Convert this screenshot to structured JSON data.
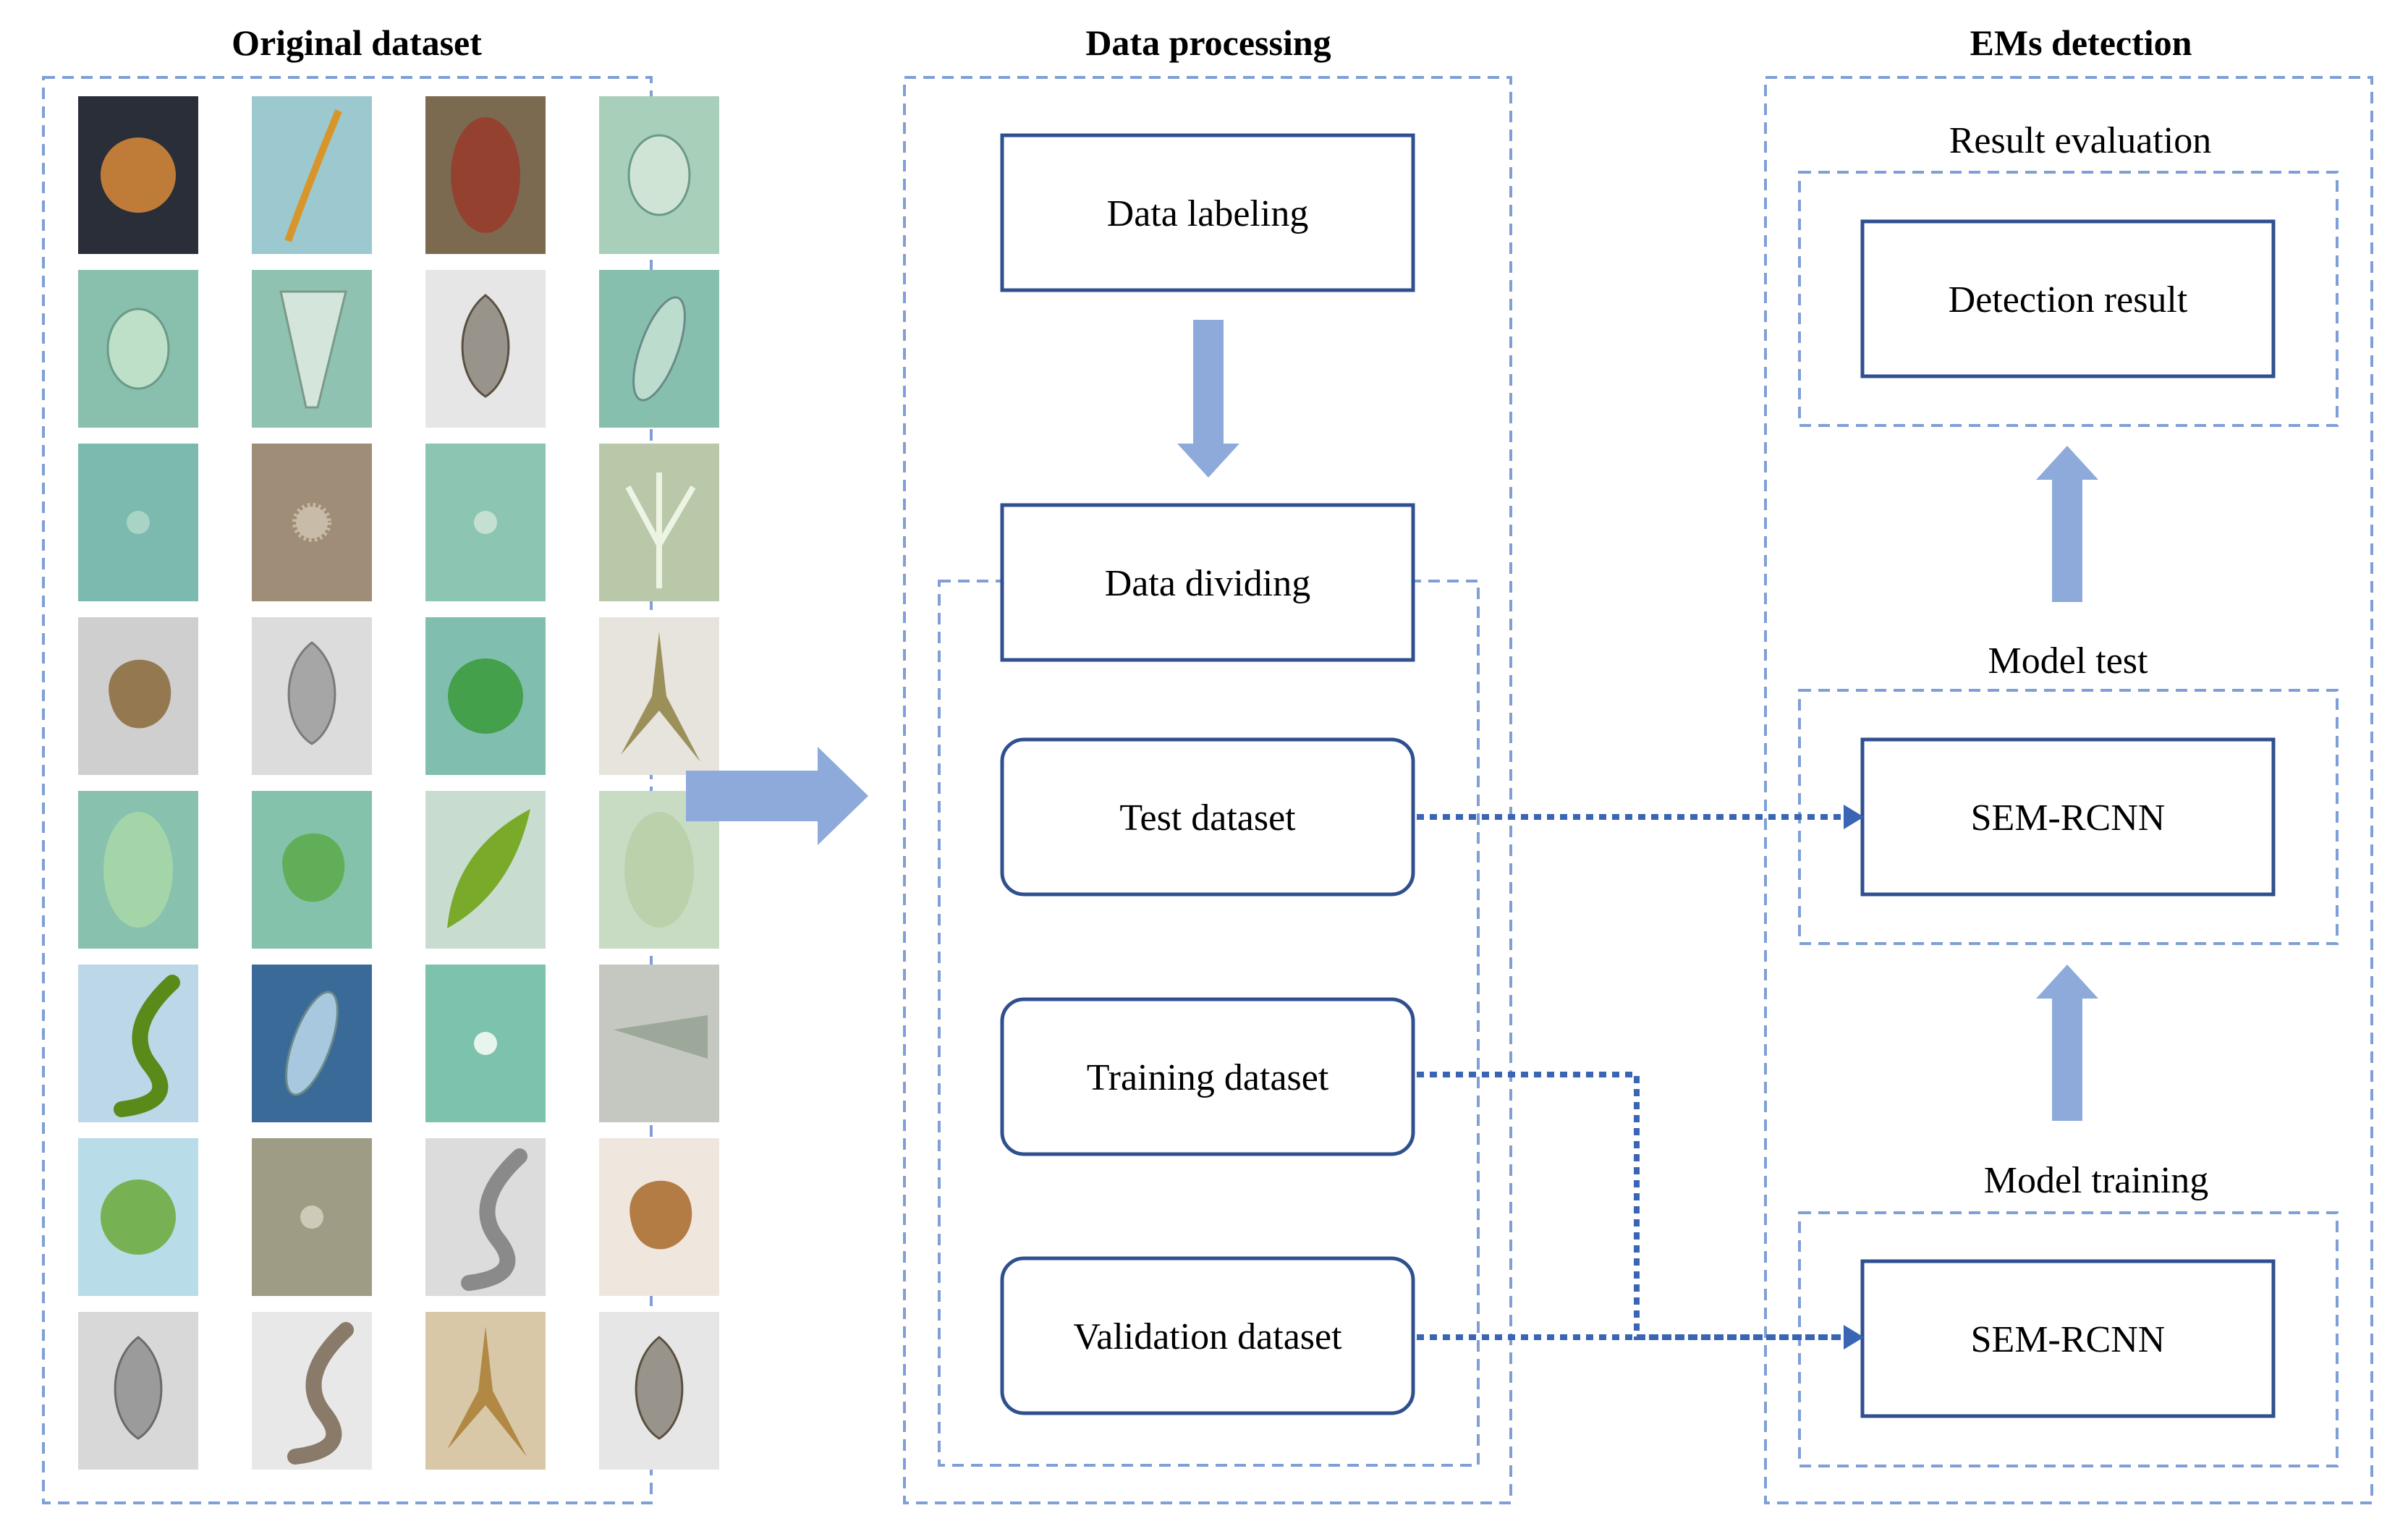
{
  "sections": {
    "original": {
      "title": "Original dataset"
    },
    "processing": {
      "title": "Data processing",
      "labeling": "Data labeling",
      "dividing": "Data dividing",
      "test": "Test dataset",
      "training": "Training dataset",
      "validation": "Validation dataset"
    },
    "detection": {
      "title": "EMs detection",
      "result_evaluation": "Result evaluation",
      "detection_result": "Detection result",
      "model_test": "Model test",
      "model_test_box": "SEM-RCNN",
      "model_training": "Model training",
      "model_training_box": "SEM-RCNN"
    }
  },
  "colors": {
    "dashed_border": "#7f9fd6",
    "box_border": "#2f4f8f",
    "arrow_fill": "#8eaadb",
    "dotted_connector": "#3a64b4",
    "text": "#000000"
  },
  "microorganism_tiles": [
    {
      "bg": "#2a2e38",
      "fg": "#d98a3a",
      "shape": "circle"
    },
    {
      "bg": "#9cc8d0",
      "fg": "#d8962a",
      "shape": "needle"
    },
    {
      "bg": "#7b6a50",
      "fg": "#9a3a2a",
      "shape": "oval"
    },
    {
      "bg": "#a8cfba",
      "fg": "#cfe4d4",
      "shape": "cell"
    },
    {
      "bg": "#88c0ad",
      "fg": "#bfe0c8",
      "shape": "cell"
    },
    {
      "bg": "#8fc2b0",
      "fg": "#d4e6dc",
      "shape": "vase"
    },
    {
      "bg": "#e6e6e6",
      "fg": "#5a5040",
      "shape": "bug"
    },
    {
      "bg": "#86bfae",
      "fg": "#bcdcce",
      "shape": "slipper"
    },
    {
      "bg": "#7cbab0",
      "fg": "#a8d4c6",
      "shape": "dot"
    },
    {
      "bg": "#a08d78",
      "fg": "#c8bca8",
      "shape": "star"
    },
    {
      "bg": "#8cc6b2",
      "fg": "#c4e0d2",
      "shape": "dot"
    },
    {
      "bg": "#b8c8a8",
      "fg": "#eef4e4",
      "shape": "colony"
    },
    {
      "bg": "#cfcfcf",
      "fg": "#8a6a3a",
      "shape": "blob"
    },
    {
      "bg": "#dcdcdc",
      "fg": "#7a7a7a",
      "shape": "bug"
    },
    {
      "bg": "#80bfb0",
      "fg": "#3a9a3a",
      "shape": "circle"
    },
    {
      "bg": "#e6e4dc",
      "fg": "#8a7a3a",
      "shape": "spike"
    },
    {
      "bg": "#88c2ae",
      "fg": "#a8d8a8",
      "shape": "oval"
    },
    {
      "bg": "#84c2ac",
      "fg": "#5aaa4a",
      "shape": "blob"
    },
    {
      "bg": "#c8ddd0",
      "fg": "#7aaa2a",
      "shape": "leaf"
    },
    {
      "bg": "#c8dcc4",
      "fg": "#b8cfa8",
      "shape": "oval"
    },
    {
      "bg": "#bcd8e8",
      "fg": "#5a8a1a",
      "shape": "worm"
    },
    {
      "bg": "#3a6a98",
      "fg": "#a8c8e0",
      "shape": "slipper"
    },
    {
      "bg": "#7cc2ac",
      "fg": "#e8f4ee",
      "shape": "dot"
    },
    {
      "bg": "#c4c8c0",
      "fg": "#8a9a8a",
      "shape": "trumpet"
    },
    {
      "bg": "#b8dce8",
      "fg": "#6aaa3a",
      "shape": "circle"
    },
    {
      "bg": "#9e9c84",
      "fg": "#cfcab8",
      "shape": "dot"
    },
    {
      "bg": "#dcdcdc",
      "fg": "#8a8a8a",
      "shape": "worm"
    },
    {
      "bg": "#efe6de",
      "fg": "#a8682a",
      "shape": "blob"
    },
    {
      "bg": "#d8d8d8",
      "fg": "#6a6a6a",
      "shape": "bug"
    },
    {
      "bg": "#e8e8e8",
      "fg": "#8a7a6a",
      "shape": "worm"
    },
    {
      "bg": "#d8c8a8",
      "fg": "#a8782a",
      "shape": "spike"
    },
    {
      "bg": "#e6e6e6",
      "fg": "#5a5040",
      "shape": "bug"
    }
  ]
}
